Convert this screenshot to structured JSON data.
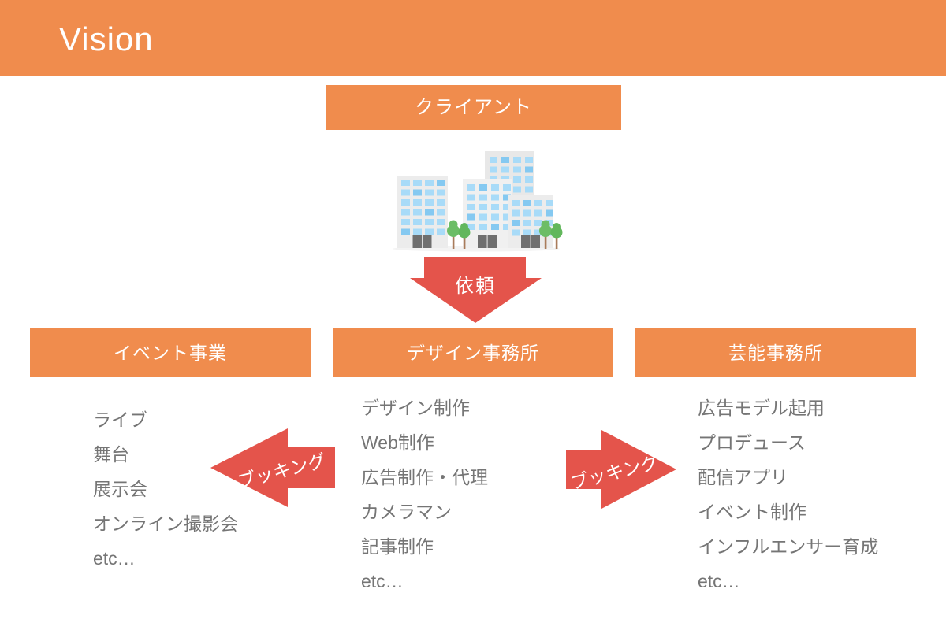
{
  "slide": {
    "title": "Vision"
  },
  "client": {
    "label": "クライアント"
  },
  "request_arrow": {
    "label": "依頼"
  },
  "booking_arrow_left": {
    "label": "ブッキング"
  },
  "booking_arrow_right": {
    "label": "ブッキング"
  },
  "columns": [
    {
      "header": "イベント事業",
      "items": [
        "ライブ",
        "舞台",
        "展示会",
        "オンライン撮影会",
        "etc…"
      ]
    },
    {
      "header": "デザイン事務所",
      "items": [
        "デザイン制作",
        "Web制作",
        "広告制作・代理",
        "カメラマン",
        "記事制作",
        "etc…"
      ]
    },
    {
      "header": "芸能事務所",
      "items": [
        "広告モデル起用",
        "プロデュース",
        "配信アプリ",
        "イベント制作",
        "インフルエンサー育成",
        "etc…"
      ]
    }
  ],
  "illustration": {
    "name": "office-buildings-with-trees"
  },
  "colors": {
    "accent_orange": "#F08C4D",
    "accent_red": "#E4544B",
    "list_text": "#757575",
    "window_blue": "#A8DBF8",
    "window_blue_dark": "#85C9F1",
    "building_gray": "#ECECEC",
    "tree_green": "#6CBD66"
  }
}
